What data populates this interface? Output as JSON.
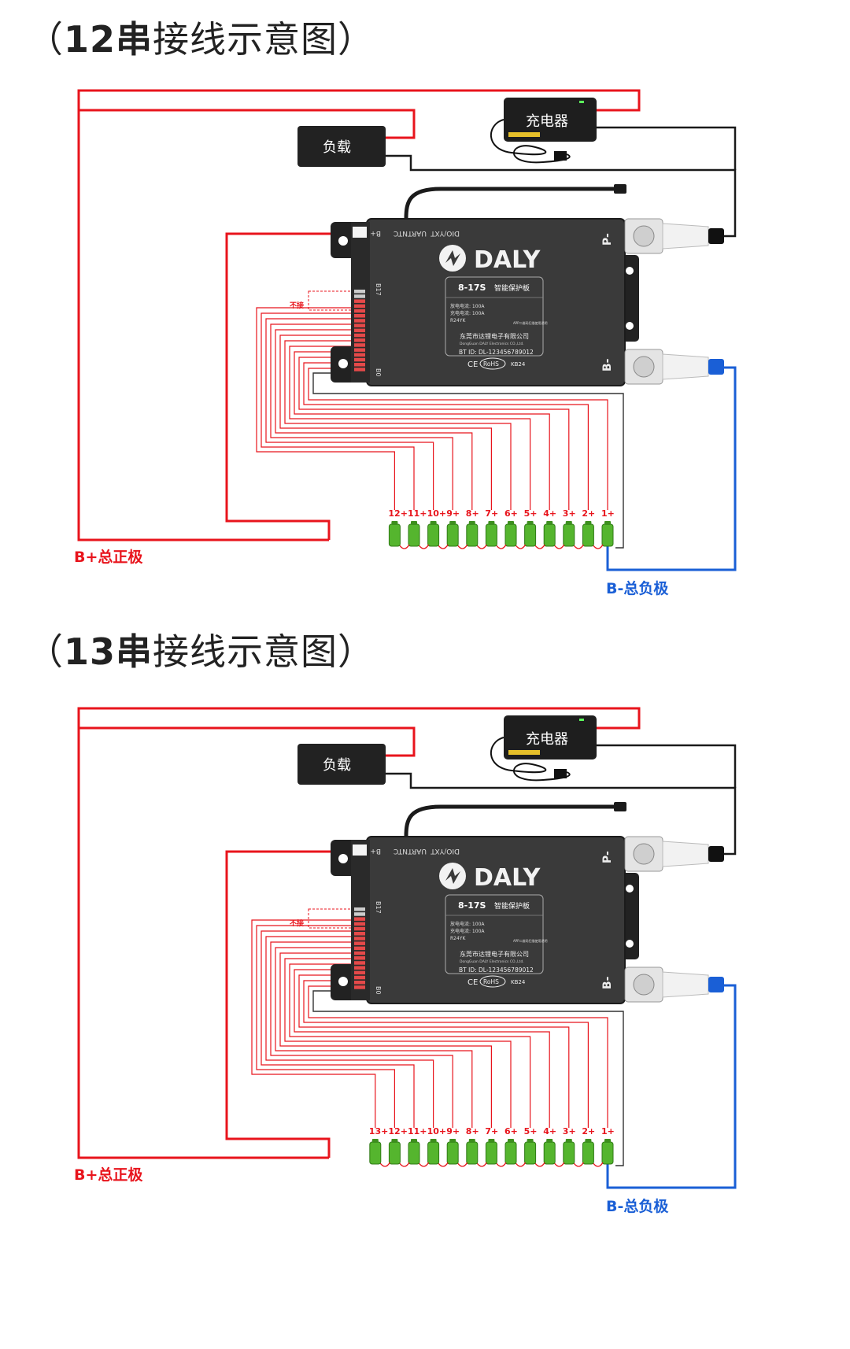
{
  "sections": [
    {
      "title_open": "（",
      "title_bold": "12串",
      "title_rest": "接线示意图）",
      "cell_count": 12,
      "cell_labels": [
        "1+",
        "2+",
        "3+",
        "4+",
        "5+",
        "6+",
        "7+",
        "8+",
        "9+",
        "10+",
        "11+",
        "12+"
      ]
    },
    {
      "title_open": "（",
      "title_bold": "13串",
      "title_rest": "接线示意图）",
      "cell_count": 13,
      "cell_labels": [
        "1+",
        "2+",
        "3+",
        "4+",
        "5+",
        "6+",
        "7+",
        "8+",
        "9+",
        "10+",
        "11+",
        "12+",
        "13+"
      ]
    }
  ],
  "devices": {
    "charger_label": "充电器",
    "load_label": "负载"
  },
  "bms": {
    "brand": "DALY",
    "model": "8-17S",
    "model_desc": "智能保护板",
    "spec_lines": [
      "放电电流: 100A",
      "充电电流: 100A",
      "R24YK"
    ],
    "company_cn": "东莞市达锂电子有限公司",
    "company_en": "DongGuan DALY Electronics CO.,Ltd.",
    "bt_id": "BT ID: DL-123456789012",
    "cert": "CE",
    "rohs": "RoHS",
    "batch": "KB24",
    "app_note": "APP二维码扫描使用说明",
    "port_labels": [
      "B+",
      "NTC",
      "UART",
      "DIO/YXT"
    ],
    "pin_b17": "B17",
    "pin_b0": "B0",
    "p_minus": "P-",
    "b_minus": "B-",
    "no_connect": "不接"
  },
  "labels": {
    "b_plus_total": "B+总正极",
    "b_minus_total": "B-总负极"
  },
  "colors": {
    "red_wire": "#e8141c",
    "blue_wire": "#1a5fd6",
    "black_wire": "#1a1a1a",
    "cell_green": "#55b52e",
    "bms_body": "#3a3a3a"
  }
}
